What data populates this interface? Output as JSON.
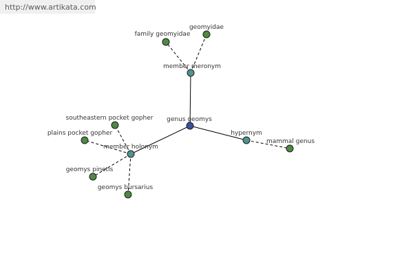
{
  "watermark": {
    "url": "http://www.artikata.com"
  },
  "graph": {
    "colors": {
      "center": "#3c4f9a",
      "relation": "#4f9493",
      "leaf": "#4f8a42"
    },
    "nodes": {
      "center": {
        "label": "genus geomys",
        "kind": "center"
      },
      "member_meronym": {
        "label": "member meronym",
        "kind": "relation"
      },
      "hypernym": {
        "label": "hypernym",
        "kind": "relation"
      },
      "member_holonym": {
        "label": "member holonym",
        "kind": "relation"
      },
      "family_geomyidae": {
        "label": "family geomyidae",
        "kind": "leaf"
      },
      "geomyidae": {
        "label": "geomyidae",
        "kind": "leaf"
      },
      "mammal_genus": {
        "label": "mammal genus",
        "kind": "leaf"
      },
      "southeastern_pocket_gopher": {
        "label": "southeastern pocket gopher",
        "kind": "leaf"
      },
      "plains_pocket_gopher": {
        "label": "plains pocket gopher",
        "kind": "leaf"
      },
      "geomys_pinetis": {
        "label": "geomys pinetis",
        "kind": "leaf"
      },
      "geomys_bursarius": {
        "label": "geomys bursarius",
        "kind": "leaf"
      }
    }
  }
}
